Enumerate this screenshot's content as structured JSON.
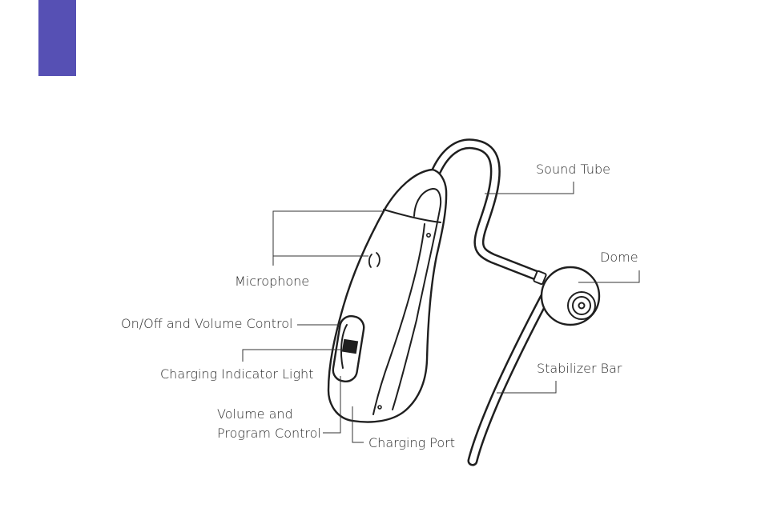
{
  "colors": {
    "accent": "#5650b4",
    "line": "#1f1f1f",
    "leader": "#333333"
  },
  "labels": {
    "sound_tube": "Sound Tube",
    "dome": "Dome",
    "microphone": "Microphone",
    "on_off_volume": "On/Off and Volume Control",
    "charging_indicator": "Charging Indicator Light",
    "volume_program_line1": "Volume and",
    "volume_program_line2": "Program Control",
    "stabilizer_bar": "Stabilizer Bar",
    "charging_port": "Charging Port"
  }
}
